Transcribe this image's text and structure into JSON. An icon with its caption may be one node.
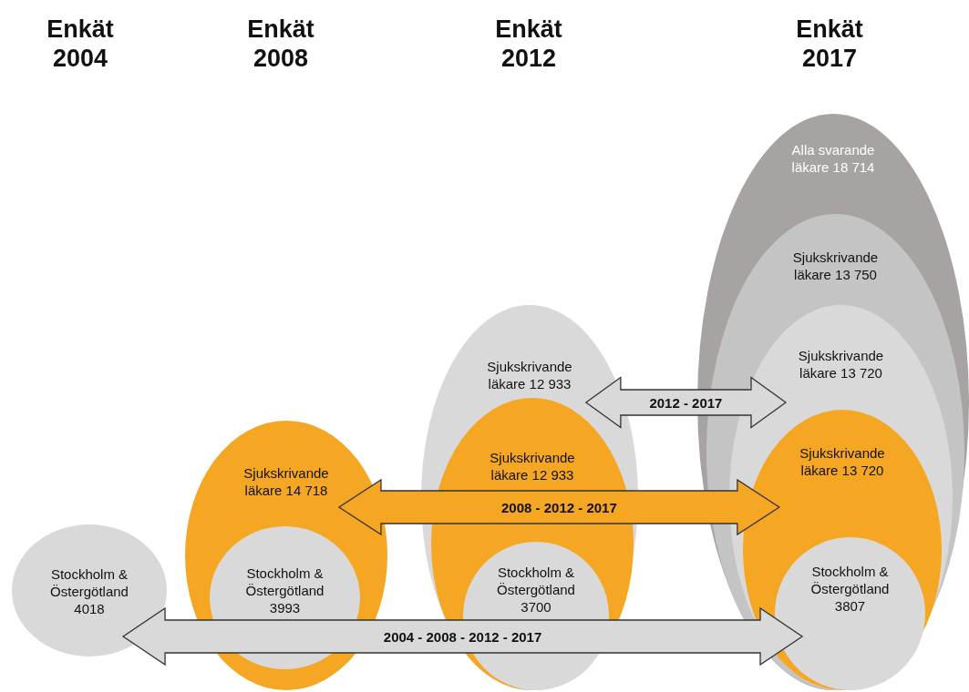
{
  "diagram": {
    "nodes": [
      {
        "text": [
          "Stockholm & Östergötland 4018"
        ]
      },
      {
        "text": [
          "Sjukskrivande läkare 14 718"
        ]
      },
      {
        "text": [
          "Stockholm & Östergötland 3993"
        ],
        "in": 1
      },
      {
        "text": [
          "Sjukskrivande läkare 12 933"
        ]
      },
      {
        "text": [
          "Sjukskrivande läkare 12 933"
        ],
        "in": 3
      },
      {
        "text": [
          "Stockholm & Östergötland 3700"
        ],
        "in": 4
      },
      {
        "text": [
          "Alla svarande läkare 18 714"
        ]
      },
      {
        "text": [
          "Sjukskrivande läkare 13 750"
        ],
        "in": 6
      },
      {
        "text": [
          "Sjukskrivande läkare 13 720"
        ],
        "in": 7
      },
      {
        "text": [
          "Sjukskrivande läkare 13 720"
        ],
        "in": 8
      },
      {
        "text": [
          "Stockholm & Östergötland 3807"
        ],
        "in": 9
      }
    ],
    "edges": [
      {
        "from": 3,
        "to": 8,
        "arrow": "both",
        "label": "2012 - 2017"
      },
      {
        "from": 1,
        "to": 9,
        "arrow": "both",
        "label": "2008 - 2012 - 2017"
      },
      {
        "from": 0,
        "to": 10,
        "arrow": "both",
        "label": "2004 - 2008 - 2012 - 2017"
      }
    ],
    "labels": [
      "Enkät 2004",
      "Enkät 2008",
      "Enkät 2012",
      "Enkät 2017"
    ]
  }
}
